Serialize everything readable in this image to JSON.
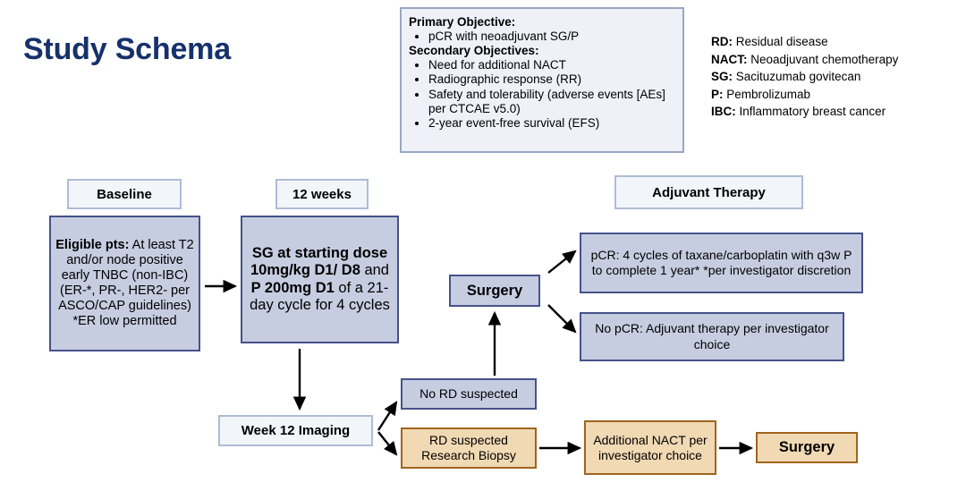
{
  "title": "Study Schema",
  "colors": {
    "title_navy": "#16316b",
    "blue_fill": "#c7cde1",
    "blue_border": "#46528a",
    "tan_fill": "#f1d9b4",
    "tan_border": "#a1631d",
    "header_fill": "#f2f5fa",
    "header_border": "#aebcd6",
    "panel_fill": "#eef1f8",
    "panel_border": "#9aa6c4",
    "arrow": "#000000"
  },
  "objectives": {
    "primary_heading": "Primary Objective:",
    "primary_items": [
      "pCR with neoadjuvant SG/P"
    ],
    "secondary_heading": "Secondary Objectives:",
    "secondary_items": [
      "Need for additional NACT",
      "Radiographic response (RR)",
      "Safety and tolerability (adverse events [AEs] per CTCAE v5.0)",
      "2-year event-free survival (EFS)"
    ]
  },
  "legend": [
    {
      "abbr": "RD:",
      "definition": "Residual disease"
    },
    {
      "abbr": "NACT:",
      "definition": "Neoadjuvant chemotherapy"
    },
    {
      "abbr": "SG:",
      "definition": "Sacituzumab govitecan"
    },
    {
      "abbr": "P:",
      "definition": "Pembrolizumab"
    },
    {
      "abbr": "IBC:",
      "definition": "Inflammatory breast cancer"
    }
  ],
  "phase_headers": {
    "baseline": "Baseline",
    "weeks": "12 weeks",
    "adjuvant": "Adjuvant Therapy"
  },
  "boxes": {
    "eligible": {
      "lead": "Eligible pts:",
      "body": " At least T2 and/or node positive early TNBC (non-IBC) (ER-*, PR-, HER2- per ASCO/CAP guidelines) *ER low permitted"
    },
    "treatment": {
      "seg1": "SG at starting dose 10mg/kg D1/ D8",
      "seg2": " and ",
      "seg3": "P 200mg D1",
      "seg4": " of a 21-day cycle for 4 cycles"
    },
    "surgery_1": "Surgery",
    "pcr": "pCR: 4 cycles of taxane/carboplatin with q3w P to complete 1 year* *per investigator discretion",
    "no_pcr": "No pCR: Adjuvant therapy per investigator choice",
    "imaging": "Week 12 Imaging",
    "no_rd": "No RD suspected",
    "rd_biopsy": "RD suspected Research Biopsy",
    "additional_nact": "Additional NACT per investigator choice",
    "surgery_2": "Surgery"
  }
}
